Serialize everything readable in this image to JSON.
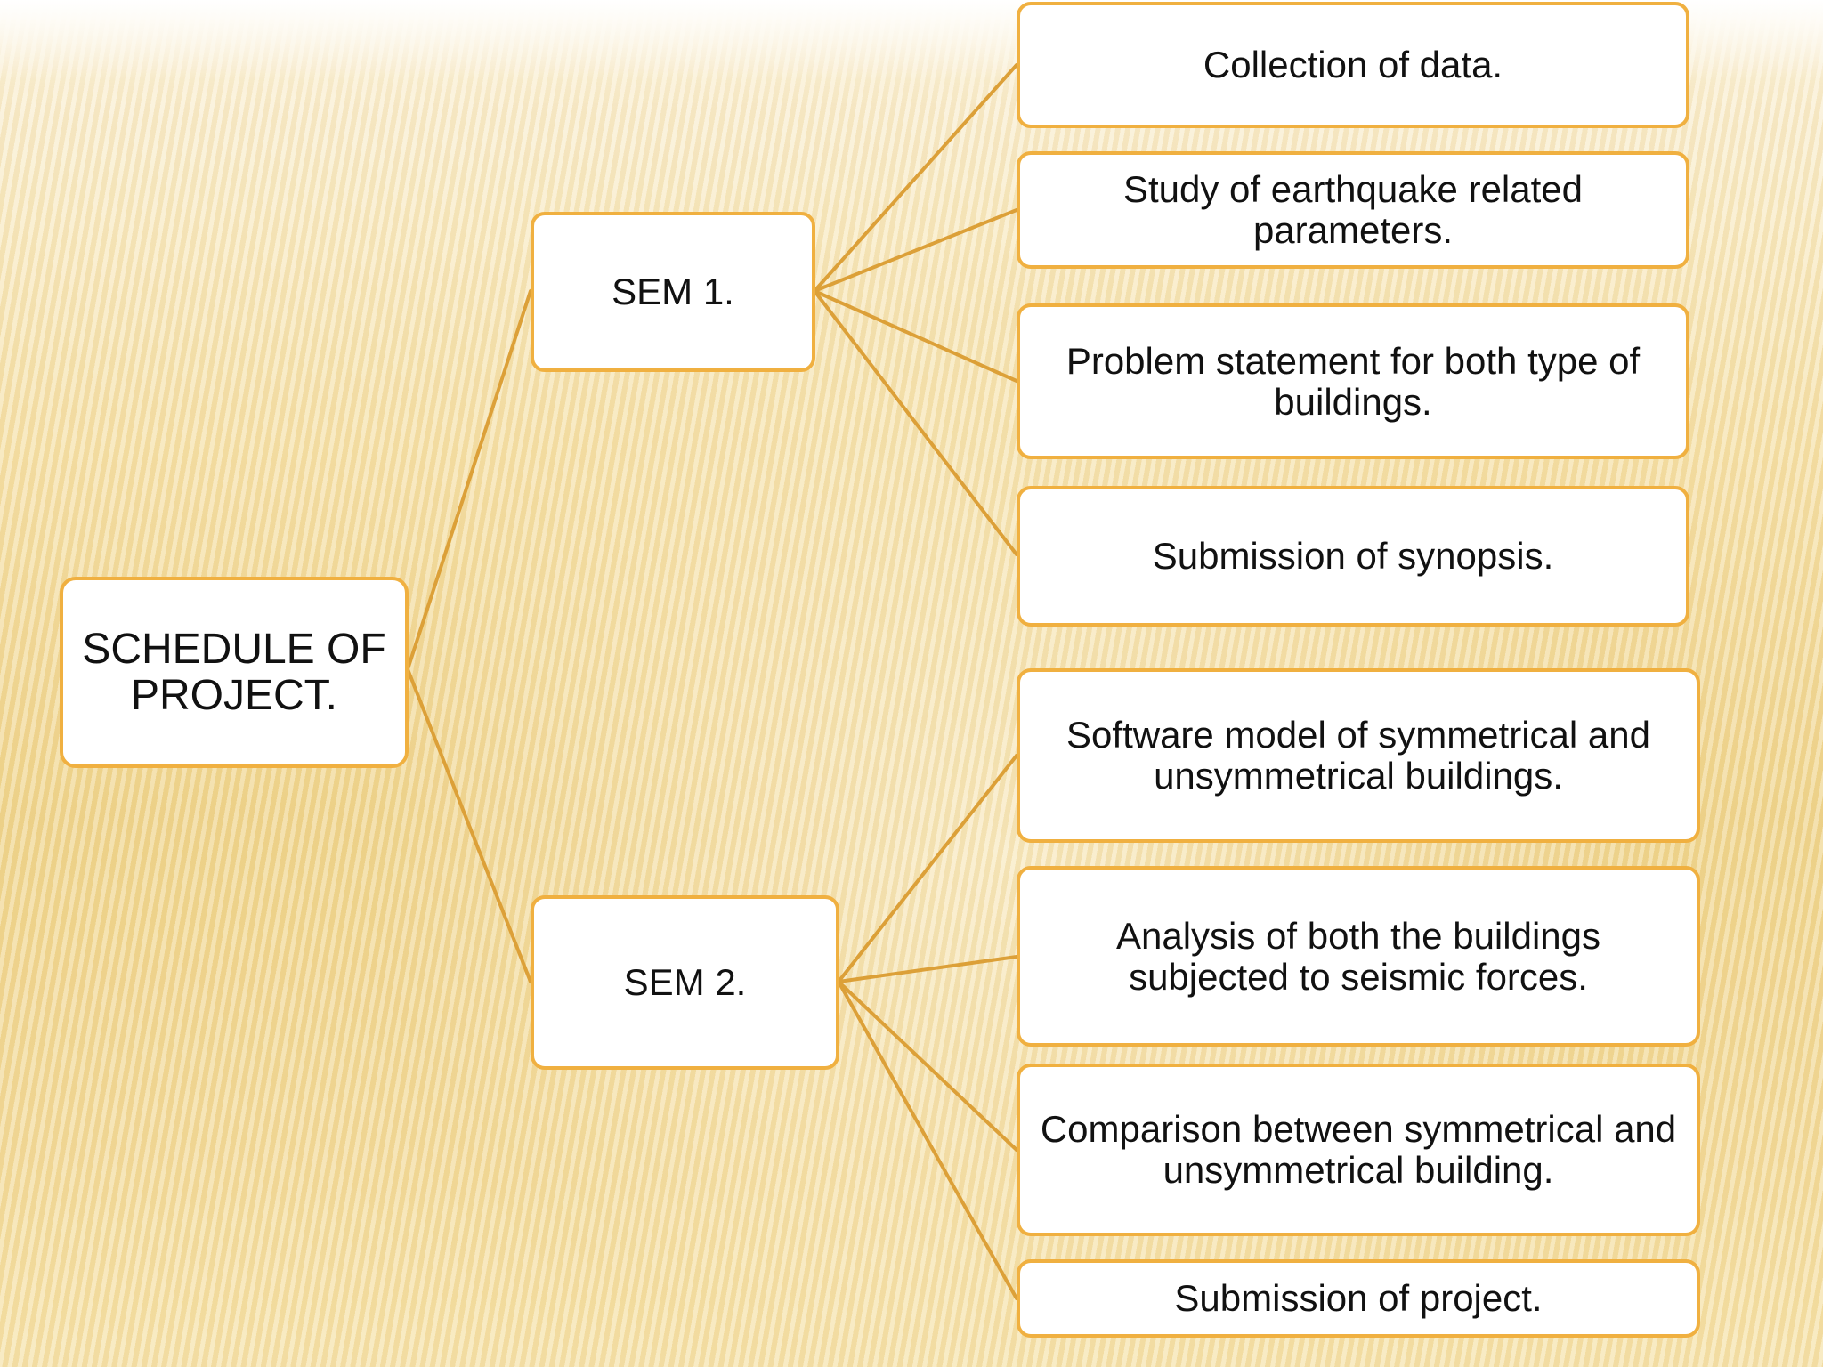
{
  "diagram": {
    "root": {
      "label": "SCHEDULE OF PROJECT."
    },
    "branches": [
      {
        "label": "SEM 1.",
        "tasks": [
          "Collection of data.",
          "Study of earthquake related parameters.",
          "Problem statement for both type of buildings.",
          "Submission of synopsis."
        ]
      },
      {
        "label": "SEM 2.",
        "tasks": [
          "Software model of symmetrical and unsymmetrical buildings.",
          "Analysis of both the buildings subjected to seismic forces.",
          "Comparison between symmetrical and unsymmetrical building.",
          "Submission of project."
        ]
      }
    ]
  },
  "colors": {
    "node_border": "#f0b040",
    "connector": "#dca038",
    "node_fill": "#ffffff",
    "text": "#111111"
  }
}
